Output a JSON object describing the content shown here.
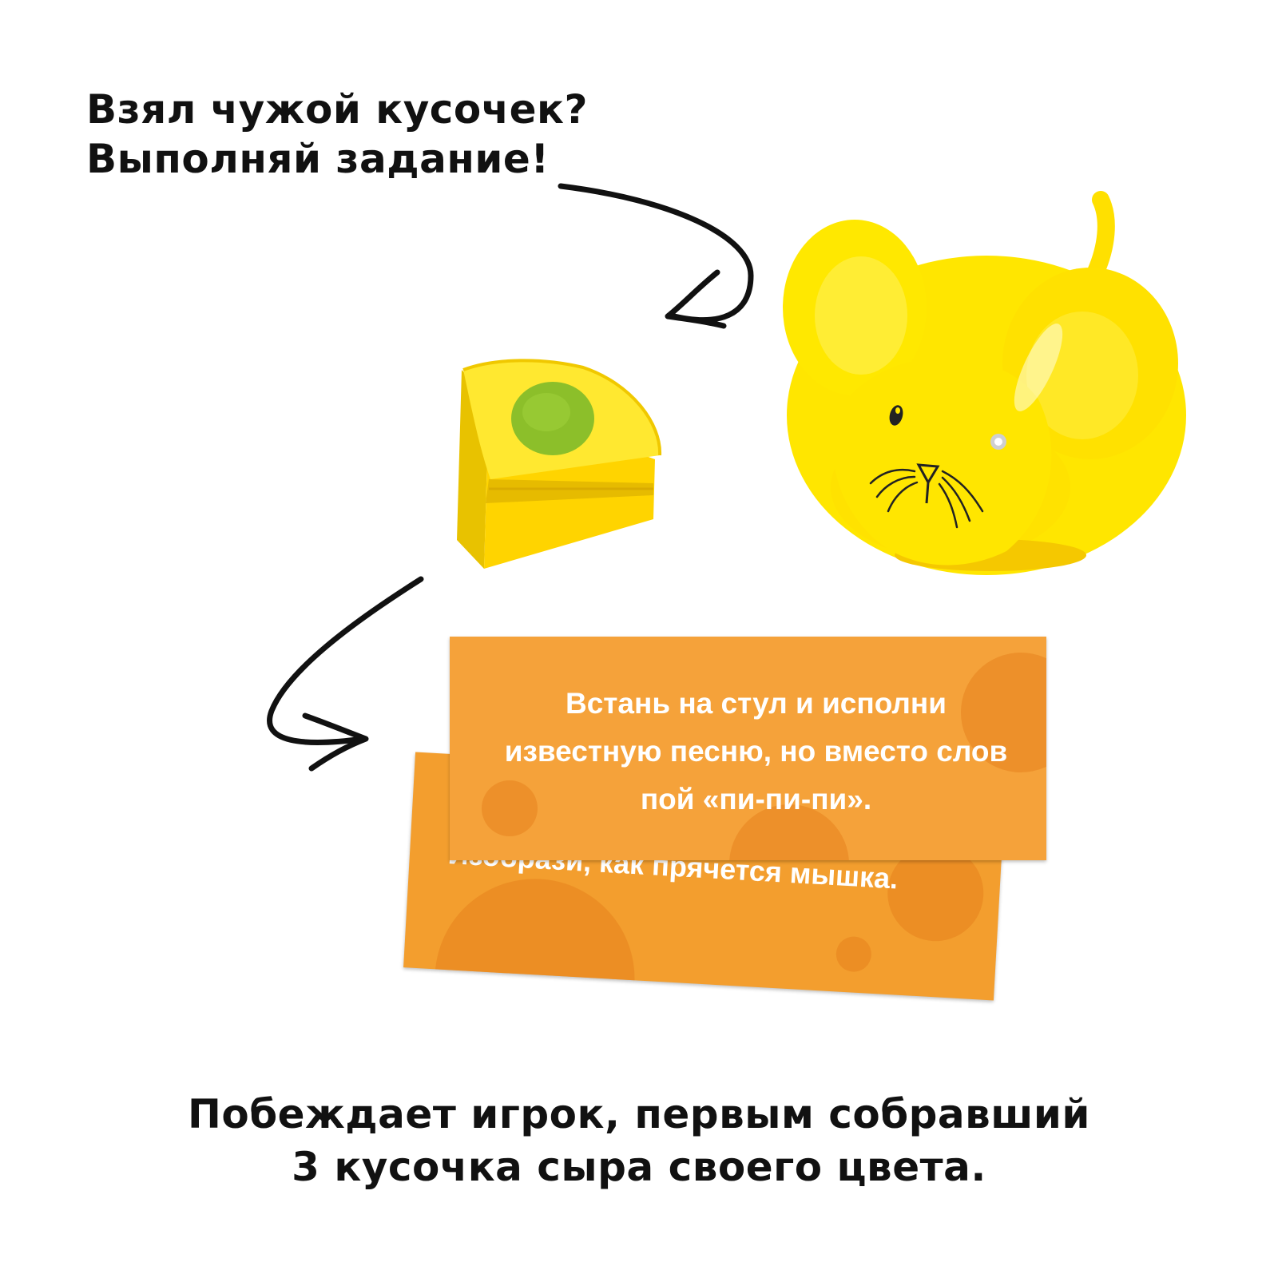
{
  "headline": {
    "line1": "Взял чужой кусочек?",
    "line2": "Выполняй задание!"
  },
  "cards": {
    "front": {
      "line1": "Встань на стул и исполни",
      "line2": "известную песню, но вместо слов",
      "line3": "пой «пи-пи-пи»."
    },
    "back": {
      "text": "Изобрази, как прячется мышка."
    }
  },
  "footer": {
    "line1": "Побеждает игрок, первым собравший",
    "line2": "3 кусочка сыра своего цвета."
  },
  "colors": {
    "mouse": "#ffe600",
    "cheese": "#ffd91a",
    "dot": "#8cbf2a",
    "card": "#f5a23a"
  },
  "icons": [
    "curved-arrow-icon",
    "cheese-piece-icon",
    "mouse-toy-icon"
  ]
}
